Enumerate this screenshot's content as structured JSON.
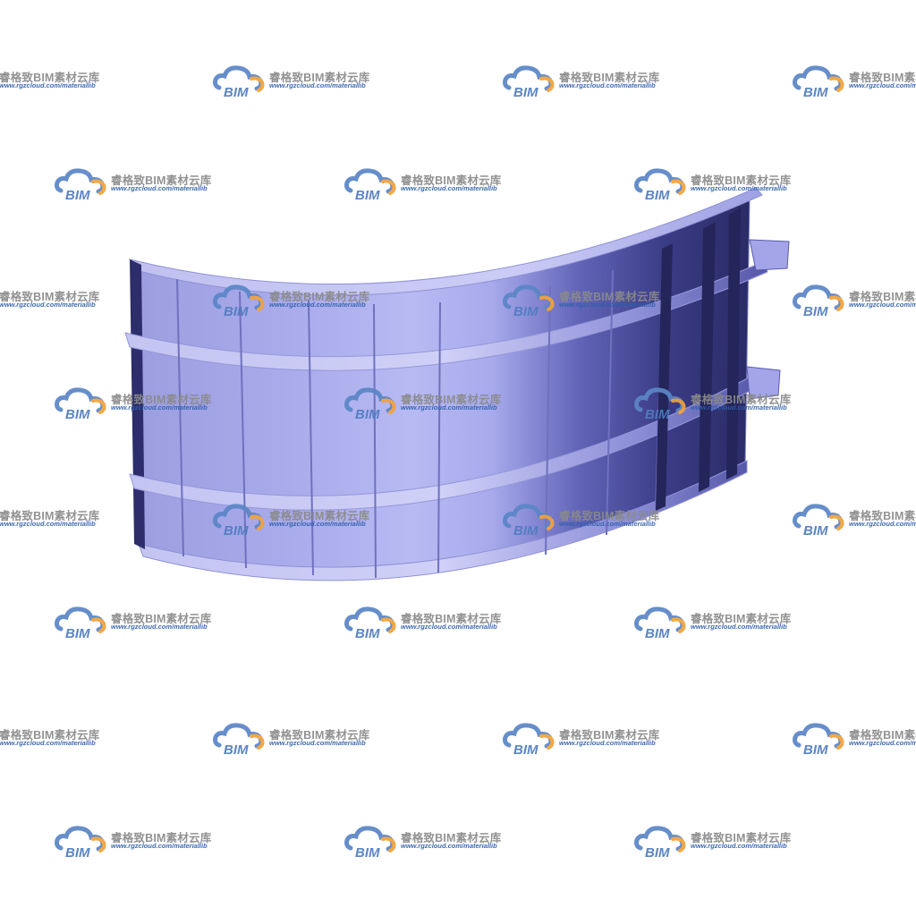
{
  "watermark": {
    "title": "睿格致BIM素材云库",
    "url": "www.rgzcloud.com/materiallib",
    "logo_text": "BIM",
    "logo_icon": "cloud-bim-logo-icon",
    "colors": {
      "cloud_blue": "#5b86c6",
      "cloud_orange": "#f2a23a",
      "text_gray": "#8a8a8a",
      "url_blue": "#2f5faa"
    }
  },
  "model": {
    "subject": "curved-formwork-panel",
    "colors": {
      "face_light": "#b7b9f0",
      "face_mid": "#9ea0e2",
      "face_dark": "#2f3070",
      "edge": "#d4d5f5",
      "shadow": "#24255a"
    }
  }
}
